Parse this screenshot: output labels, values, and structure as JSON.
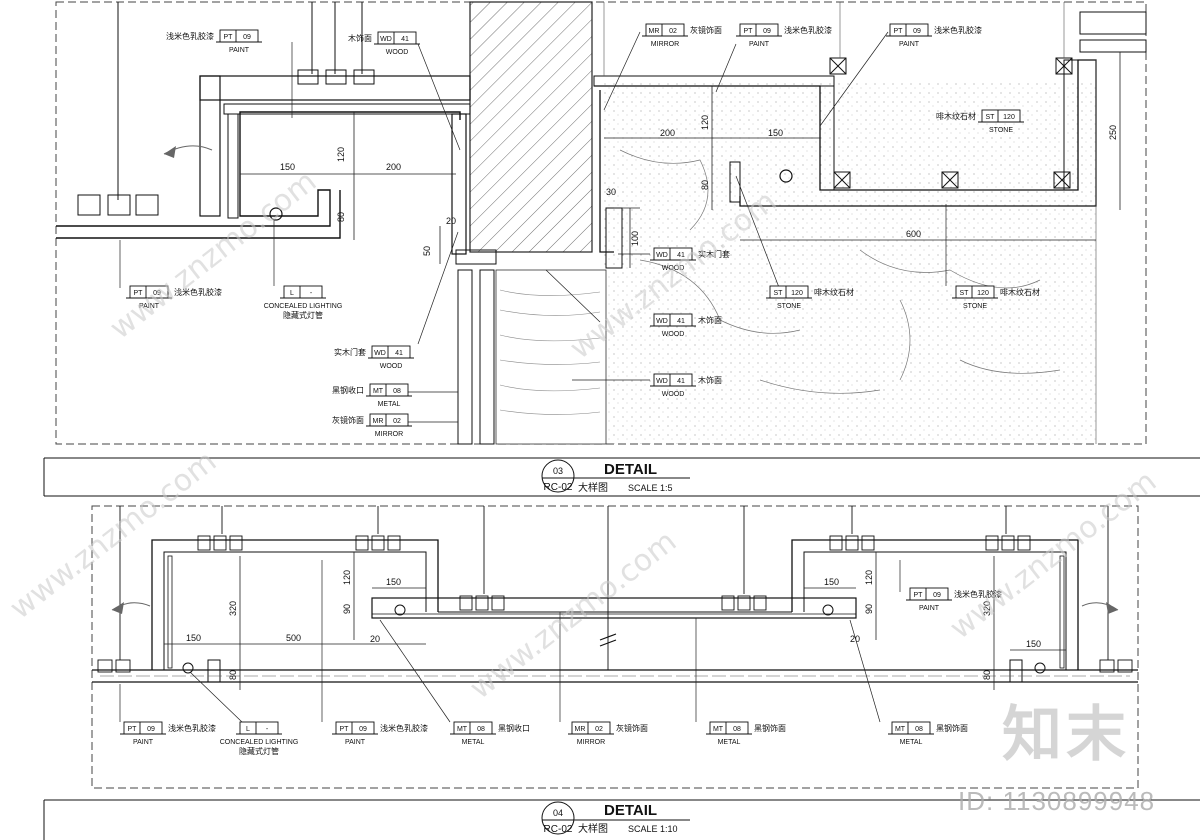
{
  "sheet": {
    "brand": "知末",
    "drawing_id": "ID: 1130899948",
    "watermark": "www.znzmo.com"
  },
  "detail_03": {
    "number": "03",
    "sheet_ref": "RC-02",
    "title": "DETAIL",
    "subtitle": "大样图",
    "scale": "SCALE  1:5",
    "dims": [
      "150",
      "200",
      "120",
      "80",
      "20",
      "50",
      "200",
      "150",
      "120",
      "80",
      "30",
      "100",
      "600",
      "250"
    ],
    "tags": [
      {
        "code": "PT",
        "num": "09",
        "en": "PAINT",
        "cn": "浅米色乳胶漆"
      },
      {
        "code": "WD",
        "num": "41",
        "en": "WOOD",
        "cn": "木饰面"
      },
      {
        "code": "MR",
        "num": "02",
        "en": "MIRROR",
        "cn": "灰镜饰面"
      },
      {
        "code": "PT",
        "num": "09",
        "en": "PAINT",
        "cn": "浅米色乳胶漆"
      },
      {
        "code": "PT",
        "num": "09",
        "en": "PAINT",
        "cn": "浅米色乳胶漆"
      },
      {
        "code": "ST",
        "num": "120",
        "en": "STONE",
        "cn": "啡木纹石材"
      },
      {
        "code": "PT",
        "num": "09",
        "en": "PAINT",
        "cn": "浅米色乳胶漆"
      },
      {
        "code": "L",
        "num": "-",
        "en": "CONCEALED LIGHTING",
        "cn": "隐藏式灯管"
      },
      {
        "code": "WD",
        "num": "41",
        "en": "WOOD",
        "cn": "实木门套"
      },
      {
        "code": "MT",
        "num": "08",
        "en": "METAL",
        "cn": "黑钢收口"
      },
      {
        "code": "MR",
        "num": "02",
        "en": "MIRROR",
        "cn": "灰镜饰面"
      },
      {
        "code": "WD",
        "num": "41",
        "en": "WOOD",
        "cn": "实木门套"
      },
      {
        "code": "WD",
        "num": "41",
        "en": "WOOD",
        "cn": "木饰面"
      },
      {
        "code": "WD",
        "num": "41",
        "en": "WOOD",
        "cn": "木饰面"
      },
      {
        "code": "ST",
        "num": "120",
        "en": "STONE",
        "cn": "啡木纹石材"
      },
      {
        "code": "ST",
        "num": "120",
        "en": "STONE",
        "cn": "啡木纹石材"
      }
    ]
  },
  "detail_04": {
    "number": "04",
    "sheet_ref": "RC-02",
    "title": "DETAIL",
    "subtitle": "大样图",
    "scale": "SCALE  1:10",
    "dims": [
      "150",
      "120",
      "90",
      "320",
      "150",
      "500",
      "20",
      "80",
      "150",
      "120",
      "90",
      "320",
      "20",
      "150",
      "80"
    ],
    "tags": [
      {
        "code": "PT",
        "num": "09",
        "en": "PAINT",
        "cn": "浅米色乳胶漆"
      },
      {
        "code": "L",
        "num": "-",
        "en": "CONCEALED LIGHTING",
        "cn": "隐藏式灯管"
      },
      {
        "code": "PT",
        "num": "09",
        "en": "PAINT",
        "cn": "浅米色乳胶漆"
      },
      {
        "code": "MT",
        "num": "08",
        "en": "METAL",
        "cn": "黑钢收口"
      },
      {
        "code": "MR",
        "num": "02",
        "en": "MIRROR",
        "cn": "灰镜饰面"
      },
      {
        "code": "MT",
        "num": "08",
        "en": "METAL",
        "cn": "黑钢饰面"
      },
      {
        "code": "MT",
        "num": "08",
        "en": "METAL",
        "cn": "黑钢饰面"
      },
      {
        "code": "PT",
        "num": "09",
        "en": "PAINT",
        "cn": "浅米色乳胶漆"
      }
    ]
  }
}
